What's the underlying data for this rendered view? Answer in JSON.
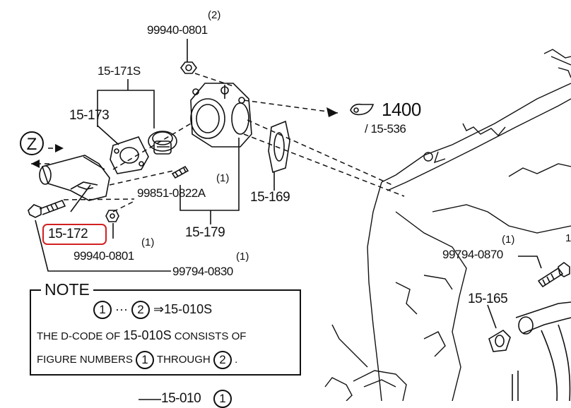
{
  "callouts": {
    "p99940_0801_top": "99940-0801",
    "p99940_0801_top_qty": "(2)",
    "p15_171s": "15-171S",
    "p15_173": "15-173",
    "p1400": "1400",
    "p15_536": "/ 15-536",
    "view_z": "Z",
    "p15_169": "15-169",
    "p99851_0822a": "99851-0822A",
    "p99851_0822a_qty": "(1)",
    "p15_179": "15-179",
    "p15_172": "15-172",
    "p99940_0801_bot": "99940-0801",
    "p99940_0801_bot_qty": "(1)",
    "p99794_0830": "99794-0830",
    "p99794_0830_qty": "(1)",
    "p99794_0870": "99794-0870",
    "p99794_0870_qty": "(1)",
    "p15_165": "15-165",
    "p15_010": "15-010",
    "p15_010_circle": "1",
    "right_edge_qty": "1"
  },
  "note": {
    "title": "NOTE",
    "circle1": "1",
    "dots": "···",
    "circle2": "2",
    "arrow_text": "⇒15-010S",
    "line2_a": "THE D-CODE OF",
    "line2_b": "15-010S",
    "line2_c": "CONSISTS OF",
    "line3_a": "FIGURE NUMBERS",
    "line3_circle1": "1",
    "line3_b": "THROUGH",
    "line3_circle2": "2",
    "line3_end": "."
  },
  "highlight_color": "#d32020"
}
